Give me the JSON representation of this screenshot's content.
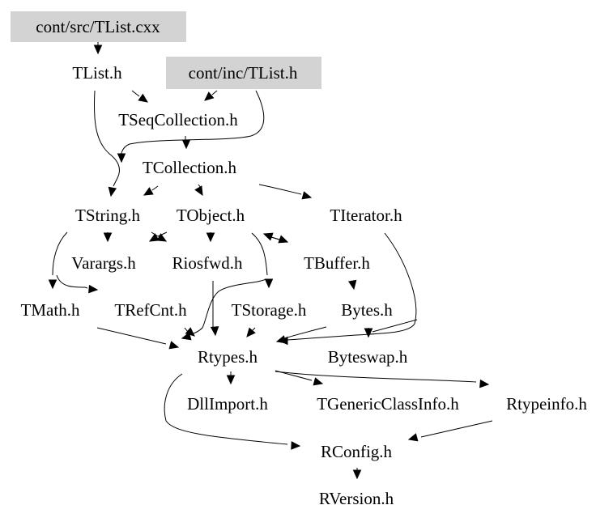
{
  "graph": {
    "type": "include-dependency-graph",
    "highlight_color": "#d3d3d3",
    "edge_color": "#000000",
    "nodes": [
      {
        "id": "src_tlist_cxx",
        "label": "cont/src/TList.cxx",
        "highlighted": true
      },
      {
        "id": "tlist_h",
        "label": "TList.h",
        "highlighted": false
      },
      {
        "id": "inc_tlist_h",
        "label": "cont/inc/TList.h",
        "highlighted": true
      },
      {
        "id": "tseqcollection_h",
        "label": "TSeqCollection.h",
        "highlighted": false
      },
      {
        "id": "tcollection_h",
        "label": "TCollection.h",
        "highlighted": false
      },
      {
        "id": "tstring_h",
        "label": "TString.h",
        "highlighted": false
      },
      {
        "id": "tobject_h",
        "label": "TObject.h",
        "highlighted": false
      },
      {
        "id": "titerator_h",
        "label": "TIterator.h",
        "highlighted": false
      },
      {
        "id": "varargs_h",
        "label": "Varargs.h",
        "highlighted": false
      },
      {
        "id": "riosfwd_h",
        "label": "Riosfwd.h",
        "highlighted": false
      },
      {
        "id": "tbuffer_h",
        "label": "TBuffer.h",
        "highlighted": false
      },
      {
        "id": "tmath_h",
        "label": "TMath.h",
        "highlighted": false
      },
      {
        "id": "trefcnt_h",
        "label": "TRefCnt.h",
        "highlighted": false
      },
      {
        "id": "tstorage_h",
        "label": "TStorage.h",
        "highlighted": false
      },
      {
        "id": "bytes_h",
        "label": "Bytes.h",
        "highlighted": false
      },
      {
        "id": "rtypes_h",
        "label": "Rtypes.h",
        "highlighted": false
      },
      {
        "id": "byteswap_h",
        "label": "Byteswap.h",
        "highlighted": false
      },
      {
        "id": "dllimport_h",
        "label": "DllImport.h",
        "highlighted": false
      },
      {
        "id": "tgenericclassinfo_h",
        "label": "TGenericClassInfo.h",
        "highlighted": false
      },
      {
        "id": "rtypeinfo_h",
        "label": "Rtypeinfo.h",
        "highlighted": false
      },
      {
        "id": "rconfig_h",
        "label": "RConfig.h",
        "highlighted": false
      },
      {
        "id": "rversion_h",
        "label": "RVersion.h",
        "highlighted": false
      }
    ],
    "edges": [
      {
        "from": "src_tlist_cxx",
        "to": "tlist_h"
      },
      {
        "from": "tlist_h",
        "to": "tseqcollection_h"
      },
      {
        "from": "inc_tlist_h",
        "to": "tseqcollection_h"
      },
      {
        "from": "tlist_h",
        "to": "tstring_h"
      },
      {
        "from": "inc_tlist_h",
        "to": "tcollection_h"
      },
      {
        "from": "tseqcollection_h",
        "to": "tcollection_h"
      },
      {
        "from": "tcollection_h",
        "to": "tstring_h"
      },
      {
        "from": "tcollection_h",
        "to": "tobject_h"
      },
      {
        "from": "tcollection_h",
        "to": "titerator_h"
      },
      {
        "from": "tstring_h",
        "to": "varargs_h"
      },
      {
        "from": "tstring_h",
        "to": "riosfwd_h"
      },
      {
        "from": "tobject_h",
        "to": "varargs_h"
      },
      {
        "from": "tobject_h",
        "to": "riosfwd_h"
      },
      {
        "from": "tobject_h",
        "to": "tbuffer_h"
      },
      {
        "from": "tbuffer_h",
        "to": "tobject_h"
      },
      {
        "from": "tstring_h",
        "to": "tmath_h"
      },
      {
        "from": "tstring_h",
        "to": "trefcnt_h"
      },
      {
        "from": "tobject_h",
        "to": "tstorage_h"
      },
      {
        "from": "tbuffer_h",
        "to": "bytes_h"
      },
      {
        "from": "riosfwd_h",
        "to": "rtypes_h"
      },
      {
        "from": "tobject_h",
        "to": "rtypes_h"
      },
      {
        "from": "trefcnt_h",
        "to": "rtypes_h"
      },
      {
        "from": "tmath_h",
        "to": "rtypes_h"
      },
      {
        "from": "tstorage_h",
        "to": "rtypes_h"
      },
      {
        "from": "bytes_h",
        "to": "rtypes_h"
      },
      {
        "from": "titerator_h",
        "to": "rtypes_h"
      },
      {
        "from": "bytes_h",
        "to": "byteswap_h"
      },
      {
        "from": "titerator_h",
        "to": "byteswap_h"
      },
      {
        "from": "rtypes_h",
        "to": "dllimport_h"
      },
      {
        "from": "rtypes_h",
        "to": "tgenericclassinfo_h"
      },
      {
        "from": "rtypes_h",
        "to": "rtypeinfo_h"
      },
      {
        "from": "rtypes_h",
        "to": "rconfig_h"
      },
      {
        "from": "rtypeinfo_h",
        "to": "rconfig_h"
      },
      {
        "from": "rconfig_h",
        "to": "rversion_h"
      }
    ]
  }
}
